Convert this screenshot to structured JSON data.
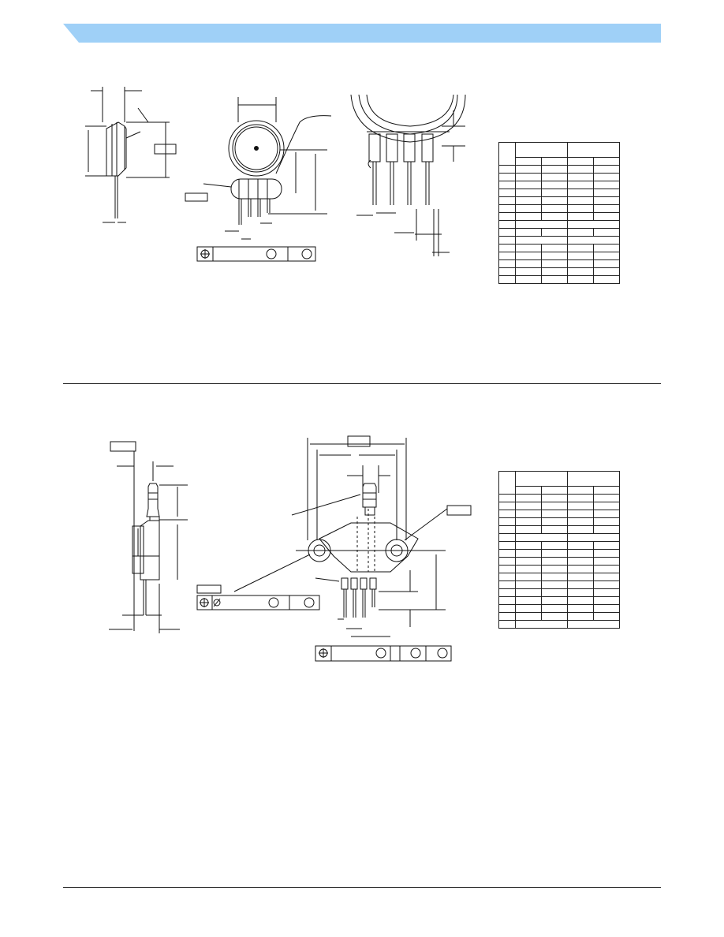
{
  "header": {
    "band_color": "#9fd0f7"
  },
  "drawings": [
    {
      "name": "package-top",
      "views": [
        "side-view",
        "front-view",
        "pin-detail-view"
      ],
      "table_rows": 17
    },
    {
      "name": "package-bottom",
      "views": [
        "side-view",
        "front-view"
      ],
      "table_rows": 19
    }
  ]
}
